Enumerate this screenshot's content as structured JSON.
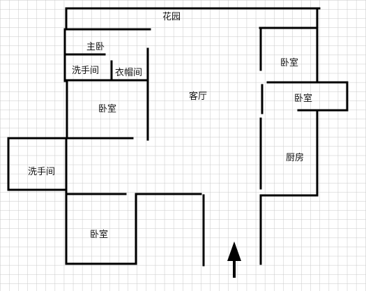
{
  "rooms": {
    "garden": "花园",
    "master_bedroom": "主卧",
    "bathroom_top": "洗手间",
    "walk_in_closet": "衣帽间",
    "bedroom_left": "卧室",
    "living_room": "客厅",
    "bedroom_right_top": "卧室",
    "bedroom_right_mid": "卧室",
    "kitchen": "厨房",
    "bathroom_left": "洗手间",
    "bedroom_bottom": "卧室"
  },
  "entrance_icon": "arrow-up-icon",
  "colors": {
    "wall": "#000000",
    "grid": "#c8c8c8",
    "background": "#ffffff"
  }
}
